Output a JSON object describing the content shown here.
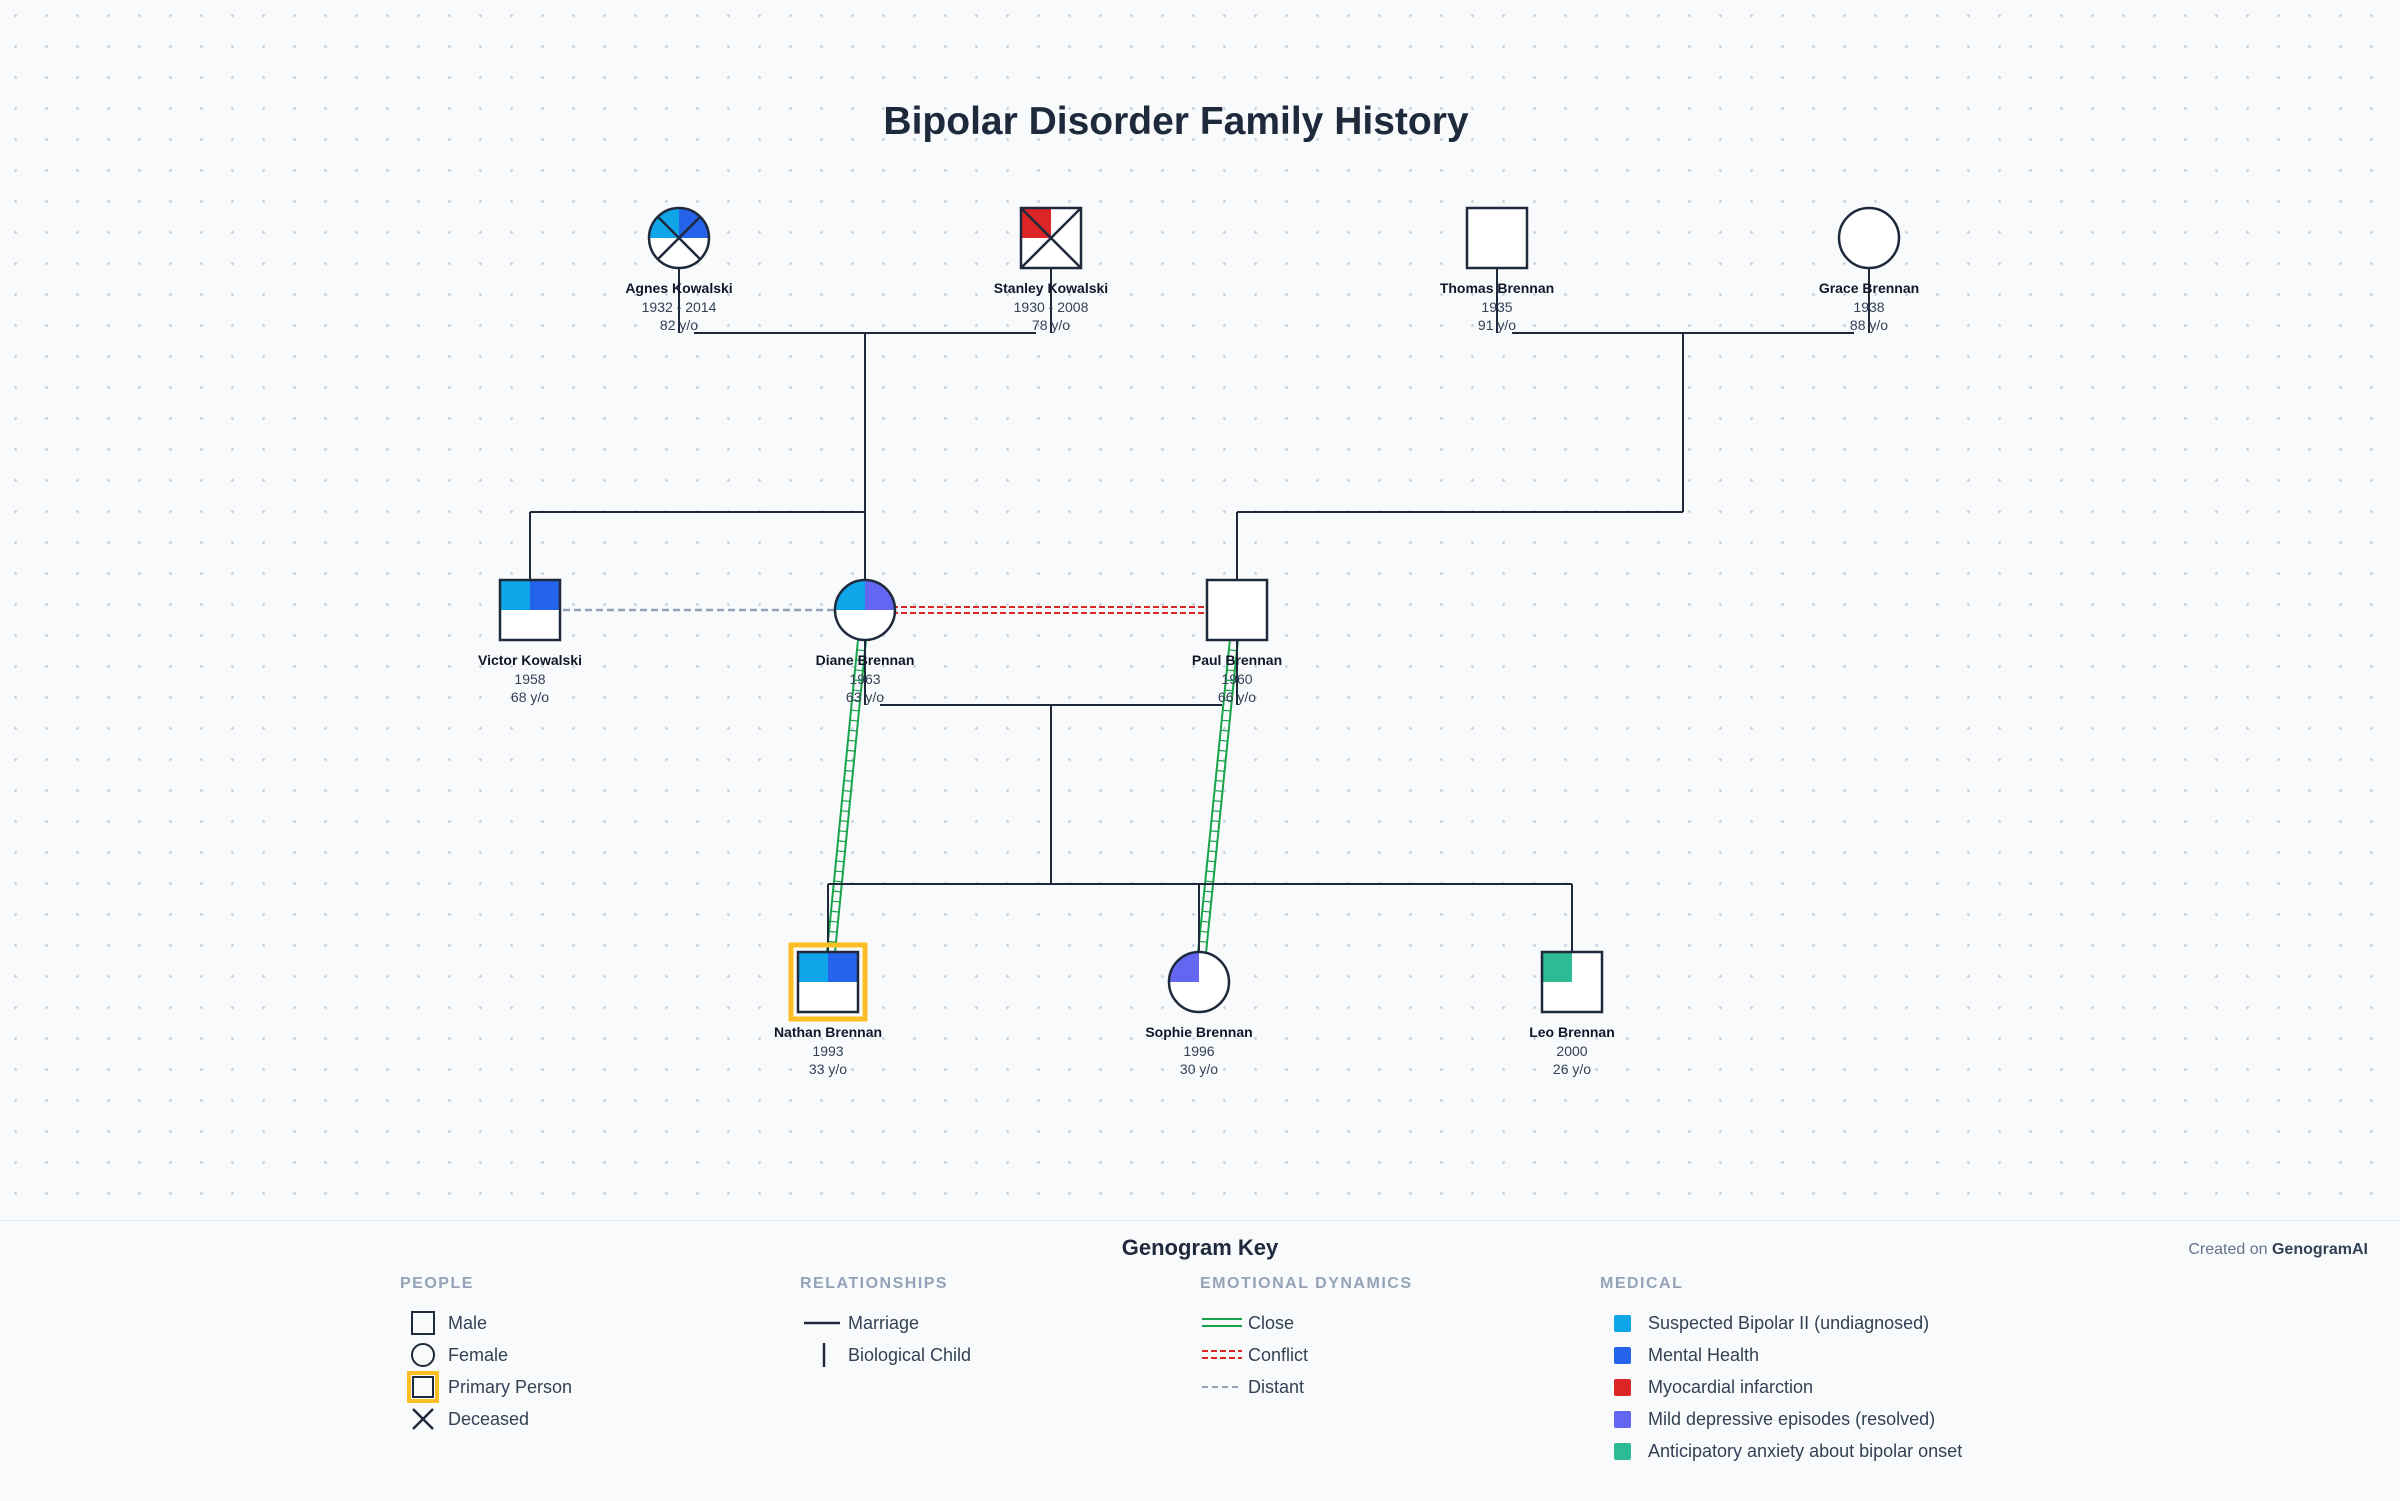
{
  "title": "Bipolar Disorder Family History",
  "colors": {
    "bipolar": "#0ea5e9",
    "mental_health": "#2563eb",
    "mi": "#dc2626",
    "depressive": "#6366f1",
    "anxiety": "#2dbb96",
    "primary": "#fbbf24",
    "close": "#16a34a",
    "conflict": "#dc2626",
    "distant": "#94a3b8",
    "line": "#1e293b"
  },
  "people": [
    {
      "id": "agnes",
      "name": "Agnes Kowalski",
      "years": "1932 - 2014",
      "age": "82 y/o",
      "sex": "F",
      "deceased": true,
      "conditions": [
        "bipolar",
        "mental_health"
      ],
      "primary": false
    },
    {
      "id": "stanley",
      "name": "Stanley Kowalski",
      "years": "1930 - 2008",
      "age": "78 y/o",
      "sex": "M",
      "deceased": true,
      "conditions": [
        "mi"
      ],
      "primary": false
    },
    {
      "id": "thomas",
      "name": "Thomas Brennan",
      "years": "1935",
      "age": "91 y/o",
      "sex": "M",
      "deceased": false,
      "conditions": [],
      "primary": false
    },
    {
      "id": "grace",
      "name": "Grace Brennan",
      "years": "1938",
      "age": "88 y/o",
      "sex": "F",
      "deceased": false,
      "conditions": [],
      "primary": false
    },
    {
      "id": "victor",
      "name": "Victor Kowalski",
      "years": "1958",
      "age": "68 y/o",
      "sex": "M",
      "deceased": false,
      "conditions": [
        "bipolar",
        "mental_health"
      ],
      "primary": false
    },
    {
      "id": "diane",
      "name": "Diane Brennan",
      "years": "1963",
      "age": "63 y/o",
      "sex": "F",
      "deceased": false,
      "conditions": [
        "bipolar",
        "depressive"
      ],
      "primary": false
    },
    {
      "id": "paul",
      "name": "Paul Brennan",
      "years": "1960",
      "age": "66 y/o",
      "sex": "M",
      "deceased": false,
      "conditions": [],
      "primary": false
    },
    {
      "id": "nathan",
      "name": "Nathan Brennan",
      "years": "1993",
      "age": "33 y/o",
      "sex": "M",
      "deceased": false,
      "conditions": [
        "bipolar",
        "mental_health"
      ],
      "primary": true
    },
    {
      "id": "sophie",
      "name": "Sophie Brennan",
      "years": "1996",
      "age": "30 y/o",
      "sex": "F",
      "deceased": false,
      "conditions": [
        "depressive"
      ],
      "primary": false
    },
    {
      "id": "leo",
      "name": "Leo Brennan",
      "years": "2000",
      "age": "26 y/o",
      "sex": "M",
      "deceased": false,
      "conditions": [
        "anxiety"
      ],
      "primary": false
    }
  ],
  "marriages": [
    [
      "agnes",
      "stanley"
    ],
    [
      "thomas",
      "grace"
    ],
    [
      "diane",
      "paul"
    ]
  ],
  "children": [
    {
      "parents": [
        "agnes",
        "stanley"
      ],
      "kids": [
        "victor",
        "diane"
      ]
    },
    {
      "parents": [
        "thomas",
        "grace"
      ],
      "kids": [
        "paul"
      ]
    },
    {
      "parents": [
        "diane",
        "paul"
      ],
      "kids": [
        "nathan",
        "sophie",
        "leo"
      ]
    }
  ],
  "emotional": [
    {
      "from": "victor",
      "to": "diane",
      "type": "distant"
    },
    {
      "from": "diane",
      "to": "paul",
      "type": "conflict"
    },
    {
      "from": "diane",
      "to": "nathan",
      "type": "close"
    },
    {
      "from": "paul",
      "to": "sophie",
      "type": "close"
    }
  ],
  "key": {
    "title": "Genogram Key",
    "created_prefix": "Created on",
    "created_brand": "GenogramAI",
    "people_head": "PEOPLE",
    "people": [
      "Male",
      "Female",
      "Primary Person",
      "Deceased"
    ],
    "relationships_head": "RELATIONSHIPS",
    "relationships": [
      "Marriage",
      "Biological Child"
    ],
    "emotional_head": "EMOTIONAL DYNAMICS",
    "emotional": [
      "Close",
      "Conflict",
      "Distant"
    ],
    "medical_head": "MEDICAL",
    "medical": [
      {
        "label": "Suspected Bipolar II (undiagnosed)",
        "color": "#0ea5e9"
      },
      {
        "label": "Mental Health",
        "color": "#2563eb"
      },
      {
        "label": "Myocardial infarction",
        "color": "#dc2626"
      },
      {
        "label": "Mild depressive episodes (resolved)",
        "color": "#6366f1"
      },
      {
        "label": "Anticipatory anxiety about bipolar onset",
        "color": "#2dbb96"
      }
    ]
  }
}
